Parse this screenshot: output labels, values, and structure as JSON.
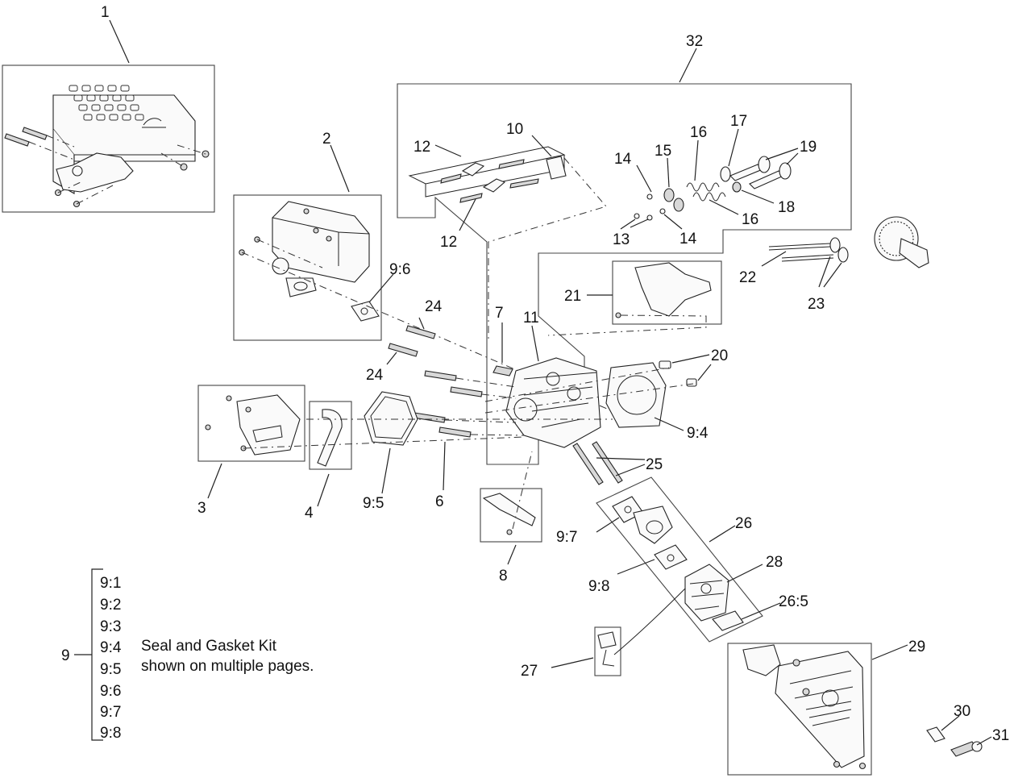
{
  "labels": {
    "p1": "1",
    "p2": "2",
    "p3": "3",
    "p4": "4",
    "p6": "6",
    "p7": "7",
    "p8": "8",
    "p9": "9",
    "p10": "10",
    "p11": "11",
    "p12a": "12",
    "p12b": "12",
    "p13": "13",
    "p14a": "14",
    "p14b": "14",
    "p15": "15",
    "p16a": "16",
    "p16b": "16",
    "p17": "17",
    "p18": "18",
    "p19": "19",
    "p20": "20",
    "p21": "21",
    "p22": "22",
    "p23": "23",
    "p24a": "24",
    "p24b": "24",
    "p25": "25",
    "p26": "26",
    "p26_5": "26:5",
    "p27": "27",
    "p28": "28",
    "p29": "29",
    "p30": "30",
    "p31": "31",
    "p32": "32",
    "p9_4": "9:4",
    "p9_5": "9:5",
    "p9_6": "9:6",
    "p9_7": "9:7",
    "p9_8": "9:8"
  },
  "kit": {
    "items": [
      "9:1",
      "9:2",
      "9:3",
      "9:4",
      "9:5",
      "9:6",
      "9:7",
      "9:8"
    ],
    "line1": "Seal and Gasket Kit",
    "line2": "shown on multiple pages."
  }
}
